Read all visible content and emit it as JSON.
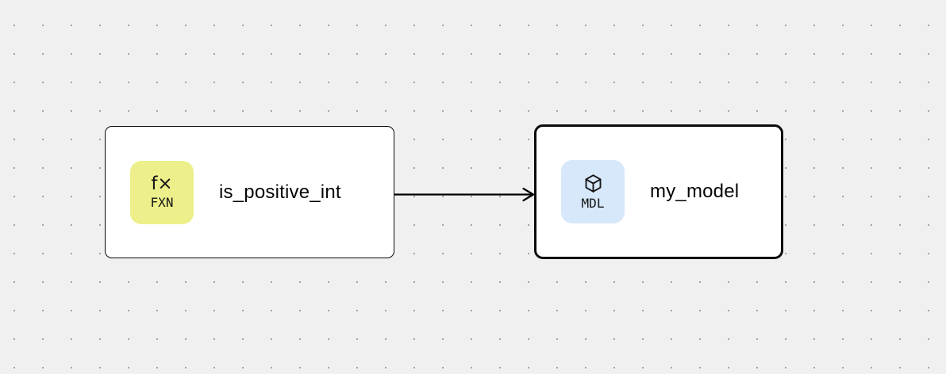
{
  "canvas": {
    "background_color": "#f0f0f1",
    "dot_color": "#a3a3a3"
  },
  "nodes": [
    {
      "label": "is_positive_int",
      "type_tag": "FXN",
      "icon": "function-icon",
      "icon_glyph": "f×",
      "badge_color": "#edf08a",
      "selected": false
    },
    {
      "label": "my_model",
      "type_tag": "MDL",
      "icon": "cube-icon",
      "badge_color": "#d7e8fb",
      "selected": true
    }
  ],
  "edges": [
    {
      "from": "is_positive_int",
      "to": "my_model"
    }
  ]
}
